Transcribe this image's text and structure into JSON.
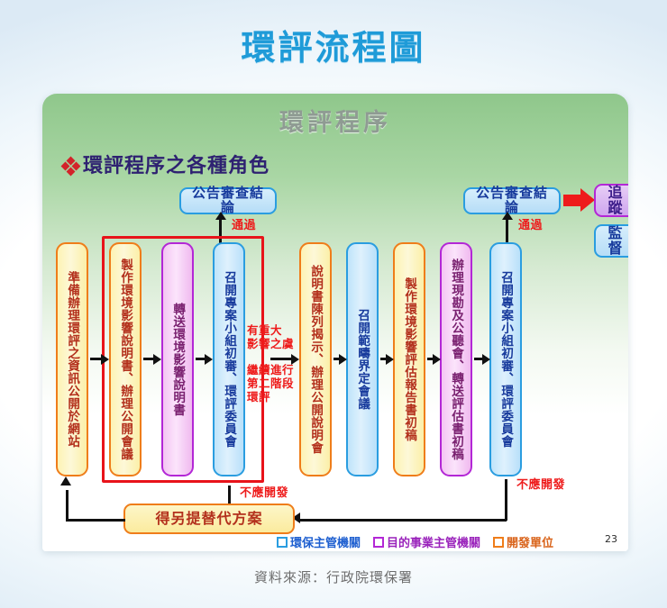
{
  "title": "環評流程圖",
  "card": {
    "header": "環評程序",
    "subtitle": "環評程序之各種角色"
  },
  "top_labels": {
    "left_conclusion": "公告審查結論",
    "left_pass": "通過",
    "right_conclusion": "公告審查結論",
    "right_pass": "通過",
    "trace": "追蹤",
    "supervise": "監督"
  },
  "process_boxes": [
    {
      "id": "box1",
      "text": "準備辦理環評之資訊公開於網站",
      "role": "開發單位",
      "color": "orange"
    },
    {
      "id": "box2",
      "text": "製作環境影響說明書、辦理公開會議",
      "role": "開發單位",
      "color": "orange"
    },
    {
      "id": "box3",
      "text": "轉送環境影響說明書",
      "role": "目的事業主管機關",
      "color": "purple"
    },
    {
      "id": "box4",
      "text": "召開專案小組初審、環評委員會",
      "role": "環保主管機關",
      "color": "blue"
    },
    {
      "id": "box5",
      "text": "說明書陳列揭示、辦理公開說明會",
      "role": "開發單位",
      "color": "orange"
    },
    {
      "id": "box6",
      "text": "召開範疇界定會議",
      "role": "環保主管機關",
      "color": "blue"
    },
    {
      "id": "box7",
      "text": "製作環境影響評估報告書初稿",
      "role": "開發單位",
      "color": "orange"
    },
    {
      "id": "box8",
      "text": "辦理現勘及公聽會、轉送評估書初稿",
      "role": "目的事業主管機關",
      "color": "purple"
    },
    {
      "id": "box9",
      "text": "召開專案小組初審、環評委員會",
      "role": "環保主管機關",
      "color": "blue"
    }
  ],
  "annotations": {
    "second_stage_top": "有重大\n影響之虞",
    "second_stage_top_l1": "有重大",
    "second_stage_top_l2": "影響之虞",
    "second_stage_bottom_l1": "繼續進行",
    "second_stage_bottom_l2": "第二階段",
    "second_stage_bottom_l3": "環評",
    "no_develop_left": "不應開發",
    "no_develop_right": "不應開發"
  },
  "alternative_box": "得另提替代方案",
  "legend": [
    {
      "label": "環保主管機關",
      "color": "#2a9de0"
    },
    {
      "label": "目的事業主管機關",
      "color": "#b327d6"
    },
    {
      "label": "開發單位",
      "color": "#ef7d1a"
    }
  ],
  "page_number": "23",
  "source": "資料來源：行政院環保署"
}
